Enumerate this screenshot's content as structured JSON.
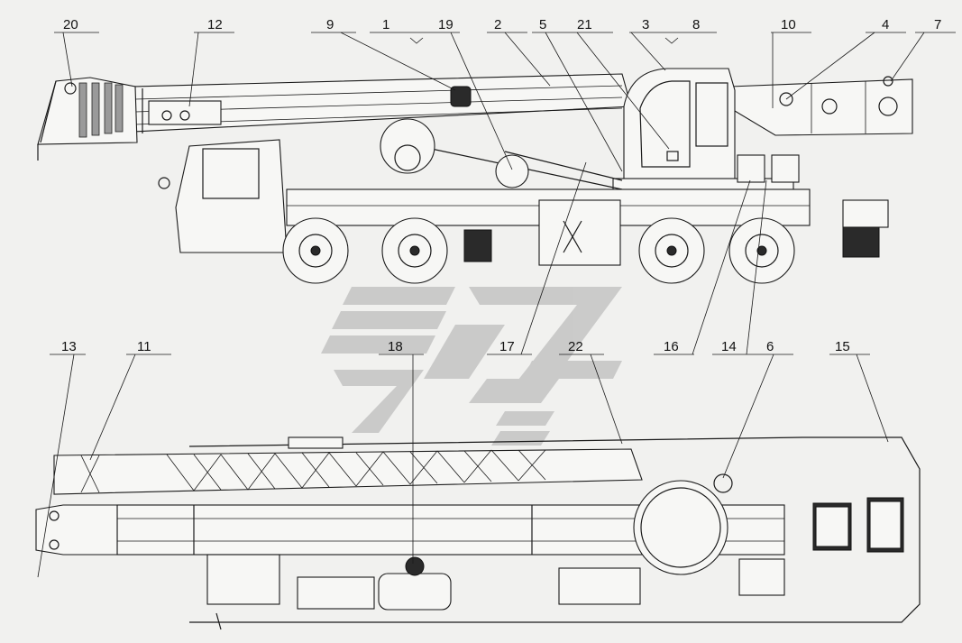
{
  "callouts": {
    "c1": "1",
    "c2": "2",
    "c3": "3",
    "c4": "4",
    "c5": "5",
    "c6": "6",
    "c7": "7",
    "c8": "8",
    "c9": "9",
    "c10": "10",
    "c11": "11",
    "c12": "12",
    "c13": "13",
    "c14": "14",
    "c15": "15",
    "c16": "16",
    "c17": "17",
    "c18": "18",
    "c19": "19",
    "c20": "20",
    "c21": "21",
    "c22": "22"
  },
  "colors": {
    "line": "#1a1a1a",
    "background": "#f1f1ef",
    "watermark": "#b8b8b8"
  }
}
